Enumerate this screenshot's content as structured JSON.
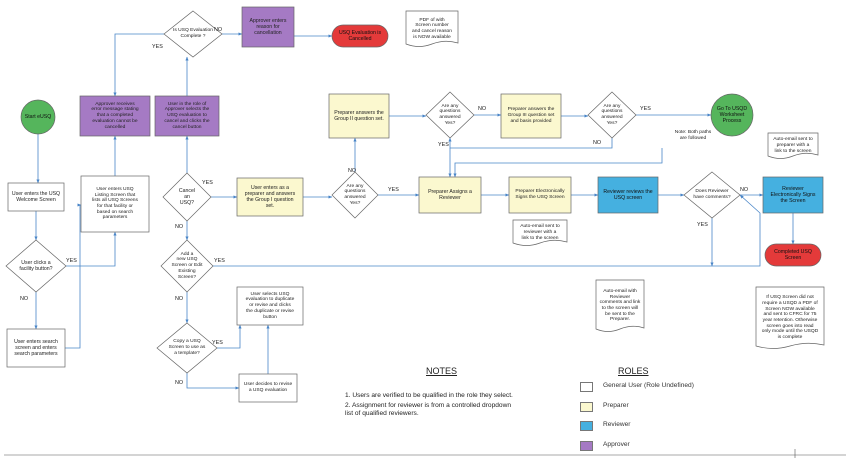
{
  "colors": {
    "preparer": "#fbf8cf",
    "reviewer": "#45b0e0",
    "approver": "#a57ac4",
    "start_end": "#55b55c",
    "cancel": "#e43a3a",
    "general": "#ffffff"
  },
  "nodes": [
    {
      "id": "start",
      "label": "Start eUSQ"
    },
    {
      "id": "welcome",
      "label": "User enters the USQ\nWelcome Screen"
    },
    {
      "id": "facility",
      "label": "User clicks a\nfacility button?"
    },
    {
      "id": "search",
      "label": "User enters search\nscreen and enters\nsearch parameters"
    },
    {
      "id": "listing",
      "label": "User enters USQ\nListing Screen that\nlists all USQ Screens\nfor that facility or\nbased on search\nparameters"
    },
    {
      "id": "error",
      "label": "Approver receives\nerror message stating\nthat a completed\nevaluation cannot be\ncancelled"
    },
    {
      "id": "approver_cancel",
      "label": "User in the role of\nApprover selects the\nUSQ evaluation to\ncancel and clicks the\ncancel  button"
    },
    {
      "id": "is_complete",
      "label": "Is USQ Evaluation\nComplete ?"
    },
    {
      "id": "reason",
      "label": "Approver enters\nreason for\ncancellation"
    },
    {
      "id": "cancelled",
      "label": "USQ Evaluation is\nCancelled"
    },
    {
      "id": "pdf_doc",
      "label": "PDF of with\nScreen number\nand cancel reason\nis  NOW available"
    },
    {
      "id": "cancel_q",
      "label": "Cancel\nan\nUSQ?"
    },
    {
      "id": "add_new",
      "label": "Add a\nnew USQ\nScreen or Edit\nExisting\nScreen?"
    },
    {
      "id": "copy_q",
      "label": "Copy a USQ\nScreen to use as\na template?"
    },
    {
      "id": "preparer_g1",
      "label": "User enters as a\npreparer and answers\nthe Group I question\nset."
    },
    {
      "id": "select_dup",
      "label": "User selects USQ\nevaluation to duplicate\nor revise and clicks\nthe duplicate or revise\nbutton"
    },
    {
      "id": "decide_revise",
      "label": "User decides to revise\na USQ evaluation"
    },
    {
      "id": "g2",
      "label": "Preparer answers the\nGroup II question set."
    },
    {
      "id": "any_q_1",
      "label": "Are any\nquestions\nanswered\nYes?"
    },
    {
      "id": "any_q_2",
      "label": "Are any\nquestions\nanswered\nYes?"
    },
    {
      "id": "g3",
      "label": "Preparer answers the\nGroup III question set\nand basis provided"
    },
    {
      "id": "any_q_3",
      "label": "Are any\nquestions\nanswered\nYes?"
    },
    {
      "id": "worksheet",
      "label": "Go To USQD\nWorksheet\nProcess"
    },
    {
      "id": "both_paths",
      "label": "Note: Both paths\nare followed"
    },
    {
      "id": "assign",
      "label": "Preparer Assigns a\nReviewer"
    },
    {
      "id": "prep_sign",
      "label": "Preparer Electronically\nSigns the USQ Screen"
    },
    {
      "id": "auto_rev",
      "label": "Auto-email sent to\nreviewer with a\nlink to the screen"
    },
    {
      "id": "rev_review",
      "label": "Reviewer  reviews  the\nUSQ screen"
    },
    {
      "id": "rev_comments",
      "label": "Does Reviewer\nhave comments?"
    },
    {
      "id": "auto_prep",
      "label": "Auto-email sent to\npreparer with a\nlink to the screen"
    },
    {
      "id": "rev_sign",
      "label": "Reviewer\nElectronically Signs\nthe Screen"
    },
    {
      "id": "completed",
      "label": "Completed USQ\nScreen"
    },
    {
      "id": "auto_comments",
      "label": "Auto-email with\nReviewer\ncomments and link\nto the screen will\nbe sent to the\nPreparer."
    },
    {
      "id": "final_note",
      "label": "If USQ Screen did not\nrequire a USQD a PDF of\nScreen NOW  available\nand sent to CFRC for 75\nyear retention. Otherwise\nscreen goes into read\nonly mode until the USQD\nis complete"
    }
  ],
  "edge_labels": {
    "yes": "YES",
    "no": "NO"
  },
  "notes": {
    "title": "NOTES",
    "items": [
      "1. Users are verified to be qualified in the role they select.",
      "2. Assignment for reviewer is from a controlled dropdown\n    list of qualified reviewers."
    ]
  },
  "roles": {
    "title": "ROLES",
    "items": [
      {
        "label": "General User (Role Undefined)",
        "color": "#ffffff"
      },
      {
        "label": "Preparer",
        "color": "#fbf8cf"
      },
      {
        "label": "Reviewer",
        "color": "#45b0e0"
      },
      {
        "label": "Approver",
        "color": "#a57ac4"
      }
    ]
  }
}
